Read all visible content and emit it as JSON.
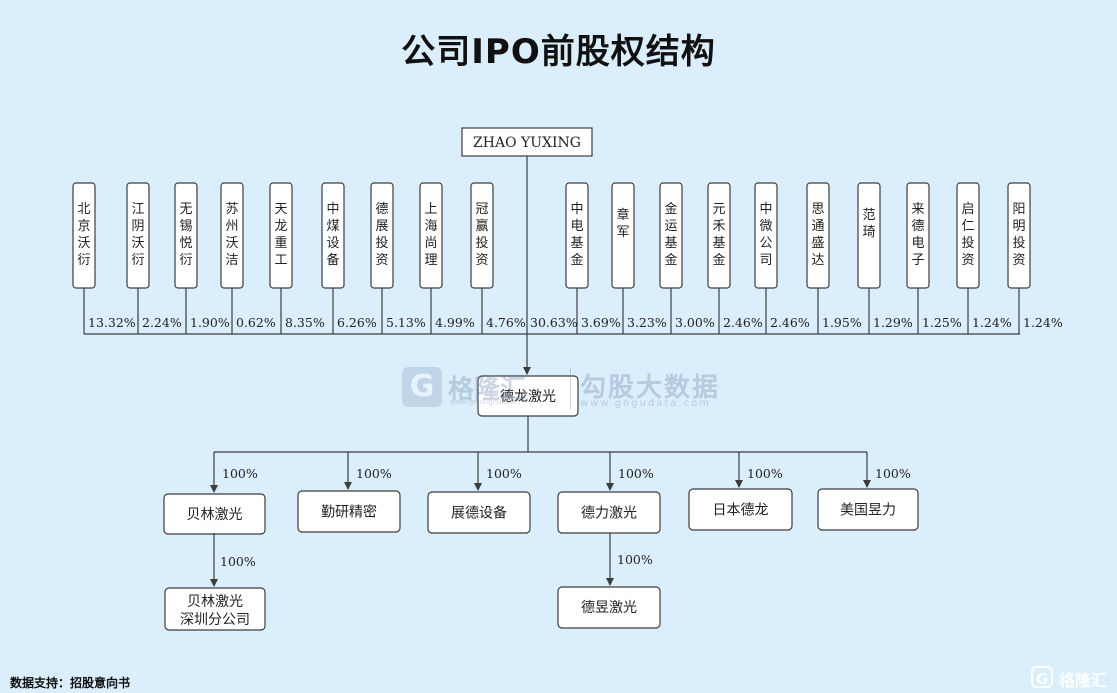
{
  "title": "公司IPO前股权结构",
  "root": "ZHAO YUXING",
  "shareholders_left": [
    {
      "name": "北京沃衍",
      "pct": "13.32%"
    },
    {
      "name": "江阴沃衍",
      "pct": "2.24%"
    },
    {
      "name": "无锡悦衍",
      "pct": "1.90%"
    },
    {
      "name": "苏州沃洁",
      "pct": "0.62%"
    },
    {
      "name": "天龙重工",
      "pct": "8.35%"
    },
    {
      "name": "中煤设备",
      "pct": "6.26%"
    },
    {
      "name": "德展投资",
      "pct": "5.13%"
    },
    {
      "name": "上海尚理",
      "pct": "4.99%"
    },
    {
      "name": "冠赢投资",
      "pct": "4.76%"
    }
  ],
  "root_pct": "30.63%",
  "shareholders_right": [
    {
      "name": "中电基金",
      "pct": "3.69%"
    },
    {
      "name": "章军",
      "pct": "3.23%"
    },
    {
      "name": "金运基金",
      "pct": "3.00%"
    },
    {
      "name": "元禾基金",
      "pct": "2.46%"
    },
    {
      "name": "中微公司",
      "pct": "2.46%"
    },
    {
      "name": "思通盛达",
      "pct": "1.95%"
    },
    {
      "name": "范琦",
      "pct": "1.29%"
    },
    {
      "name": "来德电子",
      "pct": "1.25%"
    },
    {
      "name": "启仁投资",
      "pct": "1.24%"
    },
    {
      "name": "阳明投资",
      "pct": "1.24%"
    }
  ],
  "company": "德龙激光",
  "subsidiaries": [
    {
      "name": "贝林激光",
      "pct": "100%"
    },
    {
      "name": "勤研精密",
      "pct": "100%"
    },
    {
      "name": "展德设备",
      "pct": "100%"
    },
    {
      "name": "德力激光",
      "pct": "100%"
    },
    {
      "name": "日本德龙",
      "pct": "100%"
    },
    {
      "name": "美国昱力",
      "pct": "100%"
    }
  ],
  "sub_subsidiaries": [
    {
      "name_line1": "贝林激光",
      "name_line2": "深圳分公司",
      "pct": "100%"
    },
    {
      "name": "德昱激光",
      "pct": "100%"
    }
  ],
  "watermark": {
    "logo_glyph": "G",
    "name": "格隆汇",
    "sub": "www.gelonghui.com",
    "name2": "勾股大数据",
    "sub2": "www.gogudata.com"
  },
  "source": "数据支持：招股意向书",
  "brand": {
    "glyph": "G",
    "name": "格隆汇"
  }
}
